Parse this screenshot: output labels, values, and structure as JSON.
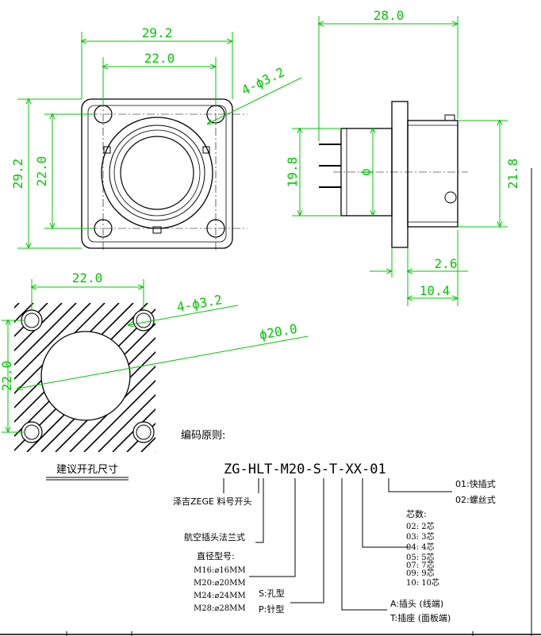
{
  "front_view": {
    "dim_outer_width": "29.2",
    "dim_hole_width": "22.0",
    "dim_outer_height": "29.2",
    "dim_hole_height": "22.0",
    "dim_holes": "4-ϕ3.2"
  },
  "side_view": {
    "dim_length": "28.0",
    "dim_body": "19.8",
    "dim_dia": "ϕ",
    "dim_flange": "21.8",
    "dim_flange_thk": "2.6",
    "dim_rear": "10.4"
  },
  "panel_cutout": {
    "dim_width": "22.0",
    "dim_height": "22.0",
    "dim_holes": "4-ϕ3.2",
    "dim_bore": "ϕ20.0",
    "title": "建议开孔尺寸"
  },
  "coding": {
    "heading": "编码原则:",
    "code": "ZG-HLT-M20-S-T-XX-01",
    "brand": "泽吉ZEGE 料号开头",
    "series": "航空插头法兰式",
    "diameter_heading": "直径型号:",
    "diameters": [
      "M16:⌀16MM",
      "M20:⌀20MM",
      "M24:⌀24MM",
      "M28:⌀28MM"
    ],
    "contact_s": "S:孔型",
    "contact_p": "P:针型",
    "type_a": "A:插头 (线端)",
    "type_t": "T:插座 (面板端)",
    "cores_heading": "芯数:",
    "cores": [
      "02: 2芯",
      "03: 3芯",
      "04: 4芯",
      "05: 5芯",
      "07: 7芯",
      "09: 9芯",
      "10: 10芯"
    ],
    "lock_01": "01:快插式",
    "lock_02": "02:螺丝式"
  }
}
